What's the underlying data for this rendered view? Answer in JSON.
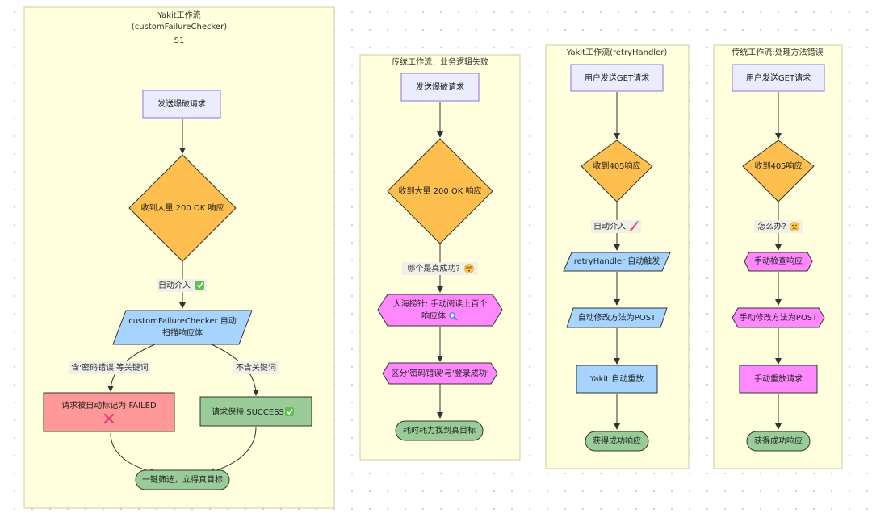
{
  "colors": {
    "start": "#ececff",
    "decision": "#ffbf4f",
    "auto": "#a6d4ff",
    "manual": "#ff88ff",
    "failed": "#ff9999",
    "success": "#99cc99",
    "terminal": "#99cc99"
  },
  "yakit_cf": {
    "title_line1": "Yakit工作流",
    "title_line2": "(customFailureChecker)",
    "title_line3": "S1",
    "n1": "发送爆破请求",
    "n2": "收到大量 200 OK 响应",
    "e1": "自动介入",
    "n3_line1": "customFailureChecker 自动",
    "n3_line2": "扫描响应体",
    "e2": "含'密码错误'等关键词",
    "e3": "不含关键词",
    "n4": "请求被自动标记为 FAILED",
    "n5": "请求保持 SUCCESS",
    "n6": "一键筛选，立得真目标"
  },
  "trad_biz": {
    "title": "传统工作流：业务逻辑失败",
    "n1": "发送爆破请求",
    "n2": "收到大量 200 OK 响应",
    "e1": "哪个是真成功?",
    "n3_line1": "大海捞针: 手动阅读上百个",
    "n3_line2": "响应体",
    "n4": "区分'密码错误'与'登录成功'",
    "n5": "耗时耗力找到真目标"
  },
  "yakit_retry": {
    "title": "Yakit工作流(retryHandler)",
    "n1": "用户发送GET请求",
    "n2": "收到405响应",
    "e1": "自动介入",
    "n3": "retryHandler 自动触发",
    "n4": "自动修改方法为POST",
    "n5": "Yakit 自动重放",
    "n6": "获得成功响应"
  },
  "trad_method": {
    "title": "传统工作流:处理方法错误",
    "n1": "用户发送GET请求",
    "n2": "收到405响应",
    "e1": "怎么办?",
    "n3": "手动检查响应",
    "n4": "手动修改方法为POST",
    "n5": "手动重放请求",
    "n6": "获得成功响应"
  },
  "icons": {
    "check": "check-icon",
    "cross": "cross-icon",
    "magnifier": "magnifier-icon",
    "rocket": "rocket-icon",
    "thinking": "thinking-face-icon",
    "dizzy": "dizzy-face-icon"
  }
}
